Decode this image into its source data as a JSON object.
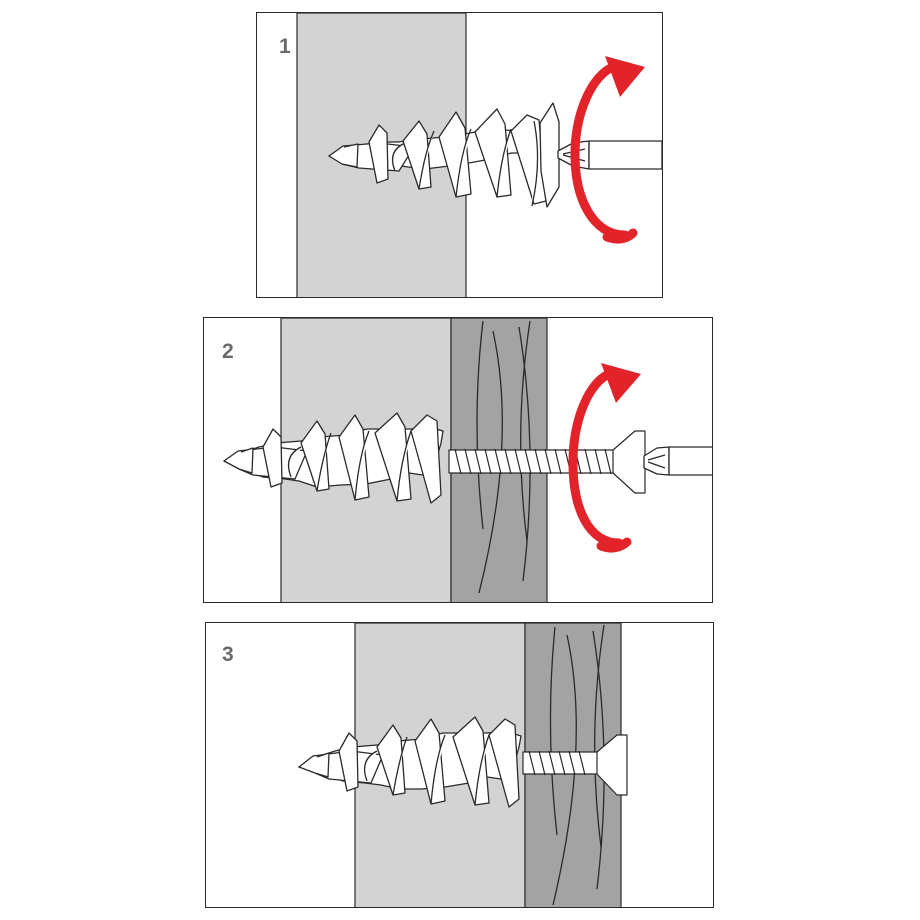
{
  "steps": [
    {
      "number": "1",
      "rotation_arrow": true,
      "layers": [
        "drywall"
      ],
      "screw_inserted": false
    },
    {
      "number": "2",
      "rotation_arrow": true,
      "layers": [
        "drywall",
        "wood"
      ],
      "screw_inserted": false
    },
    {
      "number": "3",
      "rotation_arrow": false,
      "layers": [
        "drywall",
        "wood"
      ],
      "screw_inserted": true
    }
  ],
  "colors": {
    "drywall": "#d3d3d3",
    "wood": "#a3a3a3",
    "arrow": "#e3232a",
    "outline": "#2a2a2a",
    "label": "#6a6a6a"
  },
  "icons": {
    "anchor": "drywall-anchor-icon",
    "screw": "screw-icon",
    "screwdriver": "screwdriver-bit-icon",
    "arrow": "rotation-arrow-icon"
  }
}
